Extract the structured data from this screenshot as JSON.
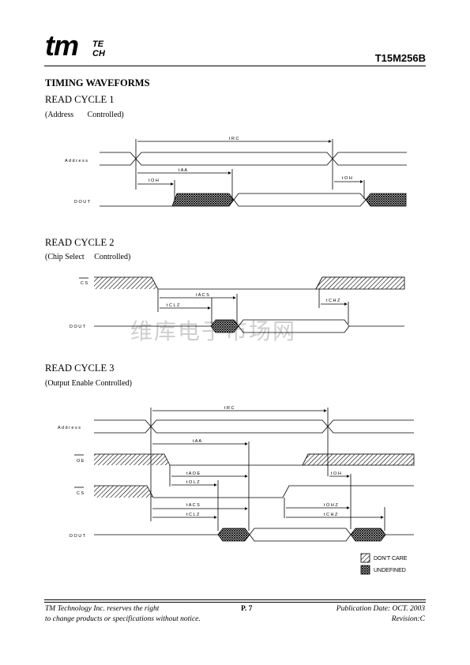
{
  "header": {
    "logo_tm": "tm",
    "logo_te": "TE",
    "logo_ch": "CH",
    "part_number": "T15M256B"
  },
  "section_title": "TIMING WAVEFORMS",
  "cycle1": {
    "title": "READ CYCLE 1",
    "subtitle": "(Address       Controlled)",
    "labels": {
      "address": "A d d r e s s",
      "dout": "D O U T",
      "trc": "t R C",
      "taa": "t A A",
      "toh": "t O H",
      "toh2": "t O H"
    }
  },
  "cycle2": {
    "title": "READ CYCLE 2",
    "subtitle": "(Chip Select     Controlled)",
    "labels": {
      "cs": "C S",
      "dout": "D O U T",
      "tacs": "t A C S",
      "tclz": "t C L Z",
      "tchz": "t C H Z"
    }
  },
  "cycle3": {
    "title": "READ CYCLE 3",
    "subtitle": "(Output Enable Controlled)",
    "labels": {
      "address": "A d d r e s s",
      "oe": "O E",
      "cs": "C S",
      "dout": "D O U T",
      "trc": "t R C",
      "taa": "t A A",
      "taoe": "t A O E",
      "tolz": "t O L Z",
      "tacs": "t A C S",
      "tclz": "t C L Z",
      "toh": "t O H",
      "tohz": "t O H Z",
      "tchz": "t C H Z"
    }
  },
  "legend": {
    "dont_care": "DON'T CARE",
    "undefined": "UNDEFINED"
  },
  "watermark": "维库电子市场网",
  "footer": {
    "left1": "TM Technology Inc. reserves the right",
    "left2": "to change products or specifications without notice.",
    "page": "P. 7",
    "right1": "Publication Date: OCT. 2003",
    "right2": "Revision:C"
  }
}
